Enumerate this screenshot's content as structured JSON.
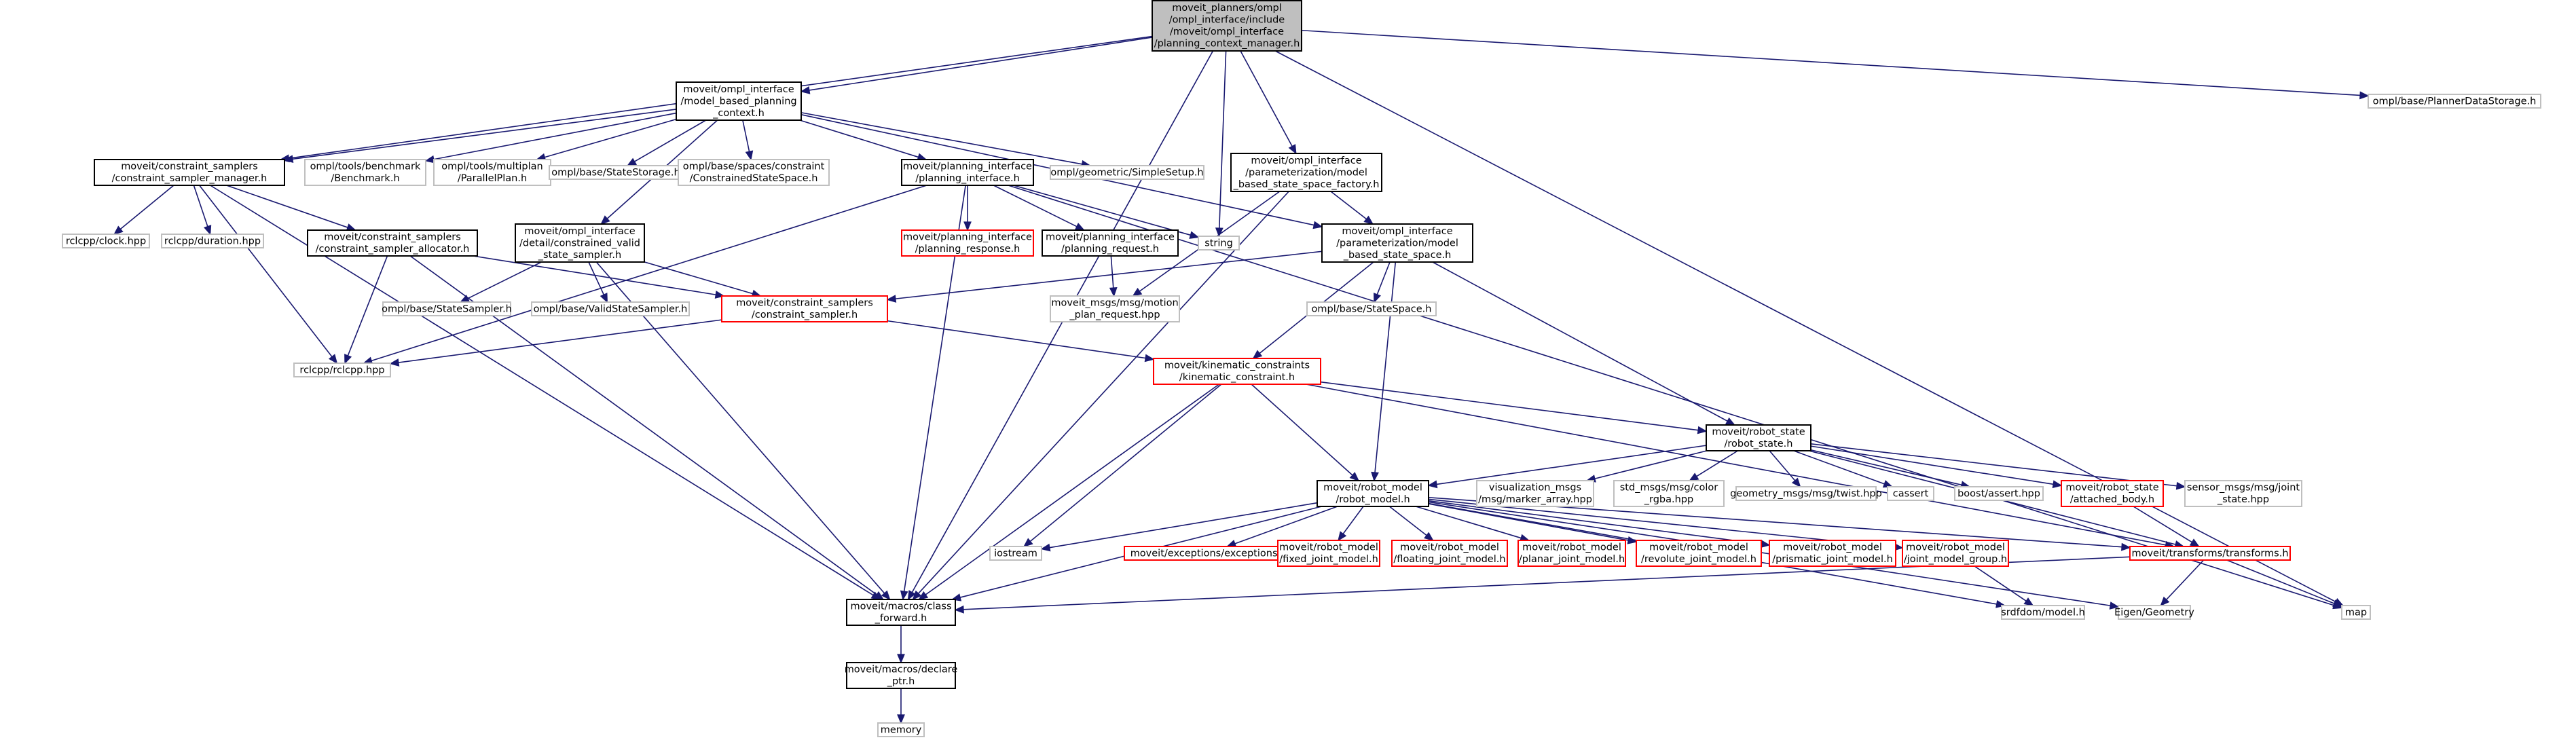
{
  "graph": {
    "nodes": [
      {
        "id": "root",
        "lines": [
          "moveit_planners/ompl",
          "/ompl_interface/include",
          "/moveit/ompl_interface",
          "/planning_context_manager.h"
        ],
        "style": "root"
      },
      {
        "id": "mbpc",
        "lines": [
          "moveit/ompl_interface",
          "/model_based_planning",
          "_context.h"
        ],
        "style": "internal"
      },
      {
        "id": "pds",
        "lines": [
          "ompl/base/PlannerDataStorage.h"
        ],
        "style": "external"
      },
      {
        "id": "csm",
        "lines": [
          "moveit/constraint_samplers",
          "/constraint_sampler_manager.h"
        ],
        "style": "internal"
      },
      {
        "id": "bench",
        "lines": [
          "ompl/tools/benchmark",
          "/Benchmark.h"
        ],
        "style": "external"
      },
      {
        "id": "multiplan",
        "lines": [
          "ompl/tools/multiplan",
          "/ParallelPlan.h"
        ],
        "style": "external"
      },
      {
        "id": "ss",
        "lines": [
          "ompl/base/StateStorage.h"
        ],
        "style": "external"
      },
      {
        "id": "css",
        "lines": [
          "ompl/base/spaces/constraint",
          "/ConstrainedStateSpace.h"
        ],
        "style": "external"
      },
      {
        "id": "pi",
        "lines": [
          "moveit/planning_interface",
          "/planning_interface.h"
        ],
        "style": "internal"
      },
      {
        "id": "simple",
        "lines": [
          "ompl/geometric/SimpleSetup.h"
        ],
        "style": "external"
      },
      {
        "id": "mbssf",
        "lines": [
          "moveit/ompl_interface",
          "/parameterization/model",
          "_based_state_space_factory.h"
        ],
        "style": "internal"
      },
      {
        "id": "clock",
        "lines": [
          "rclcpp/clock.hpp"
        ],
        "style": "external"
      },
      {
        "id": "duration",
        "lines": [
          "rclcpp/duration.hpp"
        ],
        "style": "external"
      },
      {
        "id": "csa",
        "lines": [
          "moveit/constraint_samplers",
          "/constraint_sampler_allocator.h"
        ],
        "style": "internal"
      },
      {
        "id": "cvss",
        "lines": [
          "moveit/ompl_interface",
          "/detail/constrained_valid",
          "_state_sampler.h"
        ],
        "style": "internal"
      },
      {
        "id": "presp",
        "lines": [
          "moveit/planning_interface",
          "/planning_response.h"
        ],
        "style": "truncated"
      },
      {
        "id": "preq",
        "lines": [
          "moveit/planning_interface",
          "/planning_request.h"
        ],
        "style": "internal"
      },
      {
        "id": "string",
        "lines": [
          "string"
        ],
        "style": "external"
      },
      {
        "id": "mbss",
        "lines": [
          "moveit/ompl_interface",
          "/parameterization/model",
          "_based_state_space.h"
        ],
        "style": "internal"
      },
      {
        "id": "statesampler",
        "lines": [
          "ompl/base/StateSampler.h"
        ],
        "style": "external"
      },
      {
        "id": "validss",
        "lines": [
          "ompl/base/ValidStateSampler.h"
        ],
        "style": "external"
      },
      {
        "id": "cs",
        "lines": [
          "moveit/constraint_samplers",
          "/constraint_sampler.h"
        ],
        "style": "truncated"
      },
      {
        "id": "mpr",
        "lines": [
          "moveit_msgs/msg/motion",
          "_plan_request.hpp"
        ],
        "style": "external"
      },
      {
        "id": "statespace",
        "lines": [
          "ompl/base/StateSpace.h"
        ],
        "style": "external"
      },
      {
        "id": "rclcpp",
        "lines": [
          "rclcpp/rclcpp.hpp"
        ],
        "style": "external"
      },
      {
        "id": "kc",
        "lines": [
          "moveit/kinematic_constraints",
          "/kinematic_constraint.h"
        ],
        "style": "truncated"
      },
      {
        "id": "rs",
        "lines": [
          "moveit/robot_state",
          "/robot_state.h"
        ],
        "style": "internal"
      },
      {
        "id": "rm",
        "lines": [
          "moveit/robot_model",
          "/robot_model.h"
        ],
        "style": "internal"
      },
      {
        "id": "vis",
        "lines": [
          "visualization_msgs",
          "/msg/marker_array.hpp"
        ],
        "style": "external"
      },
      {
        "id": "rgba",
        "lines": [
          "std_msgs/msg/color",
          "_rgba.hpp"
        ],
        "style": "external"
      },
      {
        "id": "twist",
        "lines": [
          "geometry_msgs/msg/twist.hpp"
        ],
        "style": "external"
      },
      {
        "id": "cassert",
        "lines": [
          "cassert"
        ],
        "style": "external"
      },
      {
        "id": "boostassert",
        "lines": [
          "boost/assert.hpp"
        ],
        "style": "external"
      },
      {
        "id": "ab",
        "lines": [
          "moveit/robot_state",
          "/attached_body.h"
        ],
        "style": "truncated"
      },
      {
        "id": "js",
        "lines": [
          "sensor_msgs/msg/joint",
          "_state.hpp"
        ],
        "style": "external"
      },
      {
        "id": "iostream",
        "lines": [
          "iostream"
        ],
        "style": "external"
      },
      {
        "id": "exc",
        "lines": [
          "moveit/exceptions/exceptions.h"
        ],
        "style": "truncated"
      },
      {
        "id": "fixed",
        "lines": [
          "moveit/robot_model",
          "/fixed_joint_model.h"
        ],
        "style": "truncated"
      },
      {
        "id": "floating",
        "lines": [
          "moveit/robot_model",
          "/floating_joint_model.h"
        ],
        "style": "truncated"
      },
      {
        "id": "planar",
        "lines": [
          "moveit/robot_model",
          "/planar_joint_model.h"
        ],
        "style": "truncated"
      },
      {
        "id": "revolute",
        "lines": [
          "moveit/robot_model",
          "/revolute_joint_model.h"
        ],
        "style": "truncated"
      },
      {
        "id": "prismatic",
        "lines": [
          "moveit/robot_model",
          "/prismatic_joint_model.h"
        ],
        "style": "truncated"
      },
      {
        "id": "jmg",
        "lines": [
          "moveit/robot_model",
          "/joint_model_group.h"
        ],
        "style": "truncated"
      },
      {
        "id": "tf",
        "lines": [
          "moveit/transforms/transforms.h"
        ],
        "style": "truncated"
      },
      {
        "id": "cf",
        "lines": [
          "moveit/macros/class",
          "_forward.h"
        ],
        "style": "internal"
      },
      {
        "id": "srdf",
        "lines": [
          "srdfdom/model.h"
        ],
        "style": "external"
      },
      {
        "id": "eigen",
        "lines": [
          "Eigen/Geometry"
        ],
        "style": "external"
      },
      {
        "id": "map",
        "lines": [
          "map"
        ],
        "style": "external"
      },
      {
        "id": "dp",
        "lines": [
          "moveit/macros/declare",
          "_ptr.h"
        ],
        "style": "internal"
      },
      {
        "id": "memory",
        "lines": [
          "memory"
        ],
        "style": "external"
      }
    ],
    "colors": {
      "root_fill": "#bfbfbf",
      "root_border": "#000000",
      "internal_border": "#000000",
      "external_border": "#bfbfbf",
      "truncated_border": "#ff0000",
      "edge": "#191970",
      "text": "#000000"
    }
  }
}
